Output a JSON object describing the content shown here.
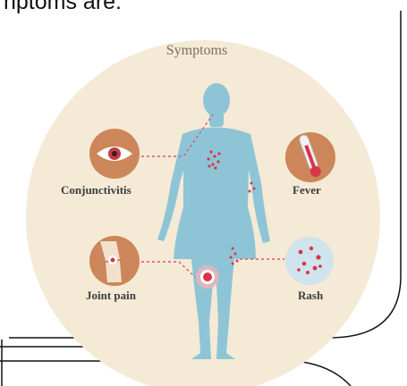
{
  "header": {
    "text": "nptoms are:"
  },
  "infographic": {
    "title": "Symptoms",
    "symptoms": [
      {
        "label": "Conjunctivitis",
        "icon": "eye-icon"
      },
      {
        "label": "Fever",
        "icon": "thermometer-icon"
      },
      {
        "label": "Joint pain",
        "icon": "knee-joint-icon"
      },
      {
        "label": "Rash",
        "icon": "rash-dots-icon"
      }
    ]
  },
  "colors": {
    "circle_bg": "#f4ead6",
    "body": "#8ec5d6",
    "badge": "#cc8659",
    "rash": "#d9344b",
    "leader_line": "#e0566a",
    "frame": "#111111"
  }
}
